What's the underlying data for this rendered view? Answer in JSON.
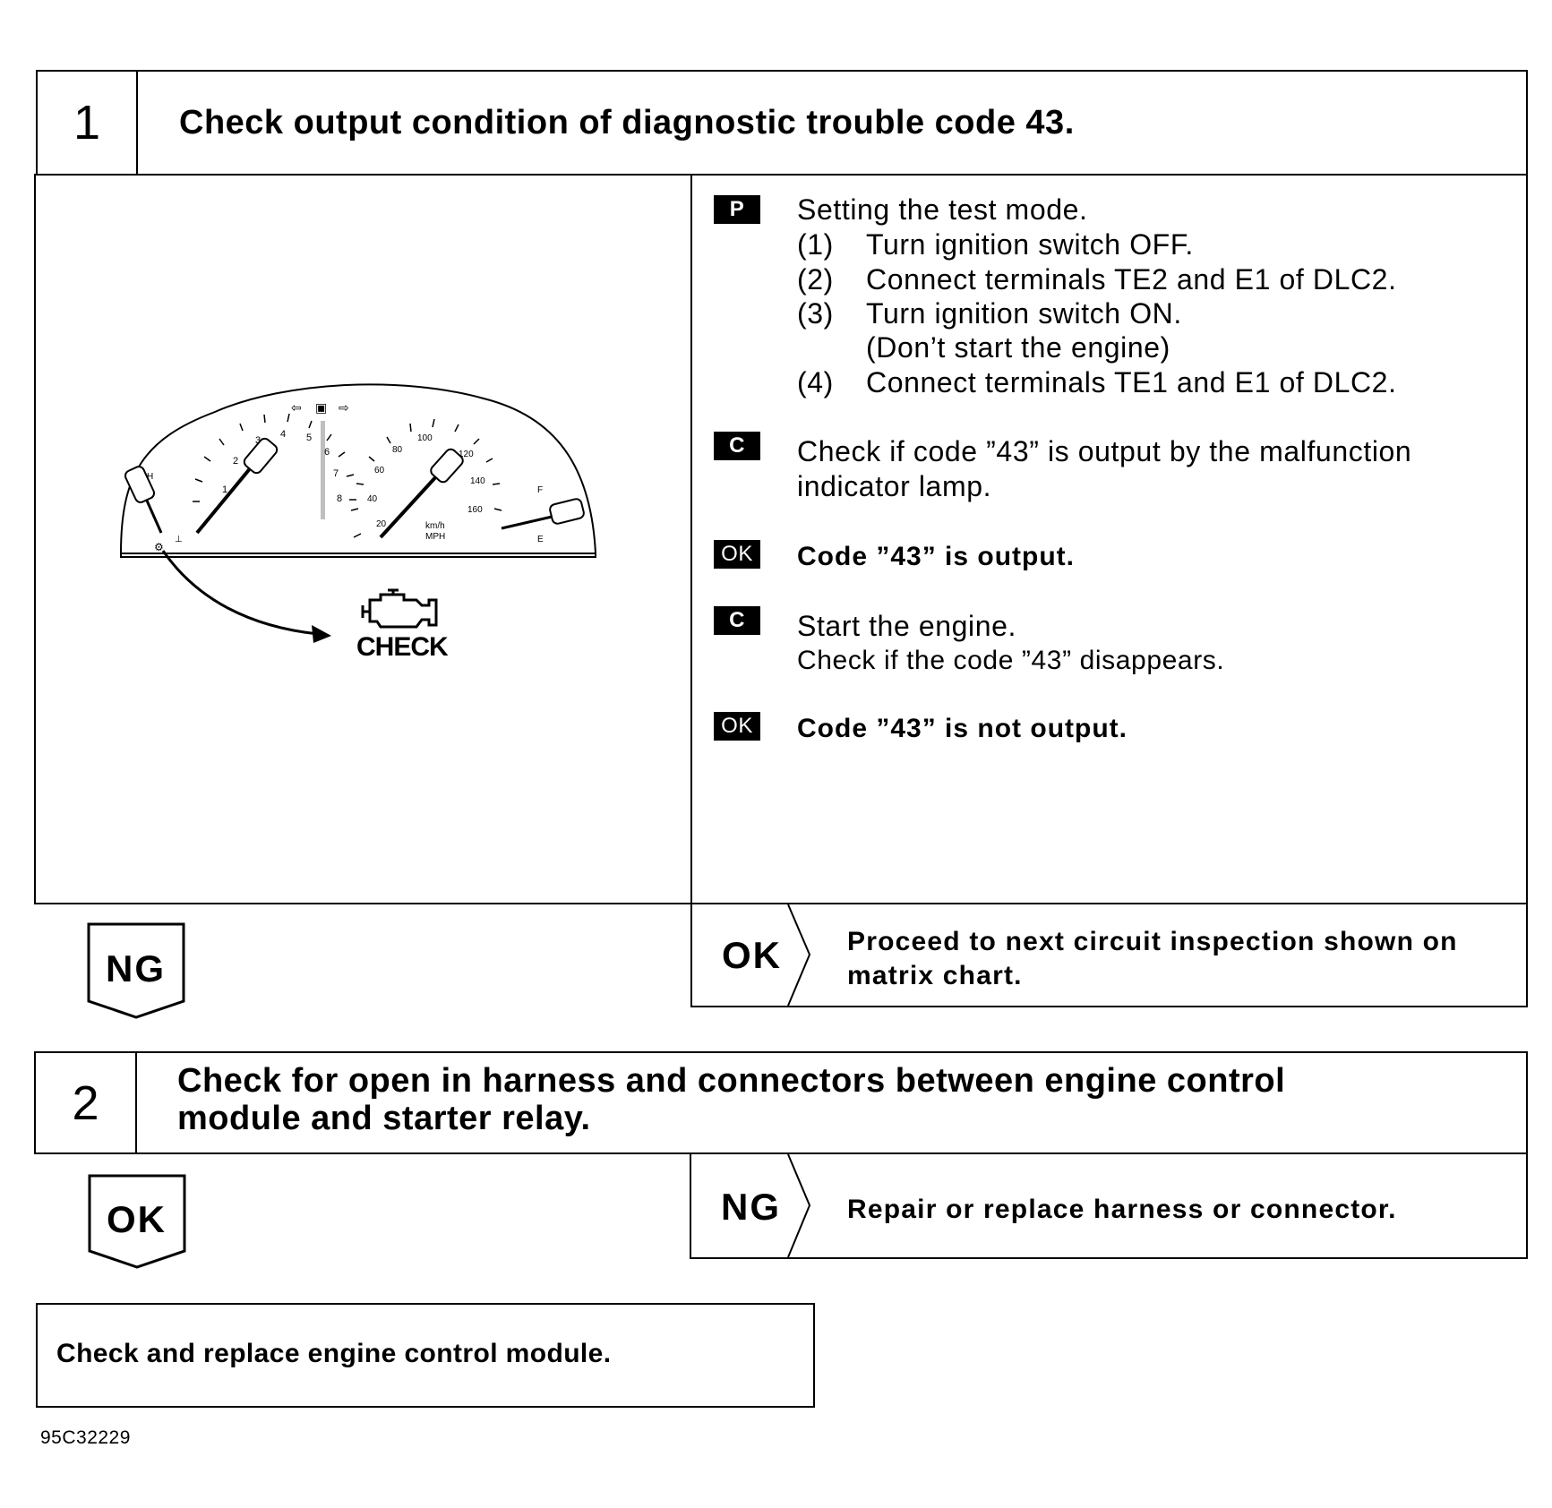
{
  "step1": {
    "number": "1",
    "title": "Check output condition of diagnostic trouble code 43.",
    "illustration": {
      "check_label": "CHECK",
      "icon": "check-engine-icon"
    },
    "procedures": [
      {
        "tag": "P",
        "lines": [
          "Setting the test mode."
        ],
        "substeps": [
          {
            "num": "(1)",
            "text": "Turn ignition switch OFF."
          },
          {
            "num": "(2)",
            "text": "Connect terminals TE2 and E1 of DLC2."
          },
          {
            "num": "(3)",
            "text": "Turn ignition switch ON."
          },
          {
            "num": "",
            "text": "(Don’t start the engine)"
          },
          {
            "num": "(4)",
            "text": "Connect terminals TE1 and E1 of DLC2."
          }
        ]
      },
      {
        "tag": "C",
        "lines": [
          "Check if code ”43” is output by the malfunction",
          "indicator lamp."
        ]
      },
      {
        "tag": "OK",
        "lines": [
          "Code ”43” is output."
        ]
      },
      {
        "tag": "C",
        "lines": [
          "Start the engine.",
          "Check if the code ”43” disappears."
        ]
      },
      {
        "tag": "OK",
        "lines": [
          "Code ”43” is not output."
        ]
      }
    ],
    "ng_label": "NG",
    "ok_label": "OK",
    "ok_text": [
      "Proceed to next circuit inspection shown on",
      "matrix chart."
    ]
  },
  "step2": {
    "number": "2",
    "title": [
      "Check for open in harness and connectors between engine control",
      "module and starter relay."
    ],
    "ok_label": "OK",
    "ng_label": "NG",
    "ng_text": "Repair or replace harness or connector."
  },
  "final_box": "Check and replace engine control module.",
  "figure_id": "95C32229"
}
